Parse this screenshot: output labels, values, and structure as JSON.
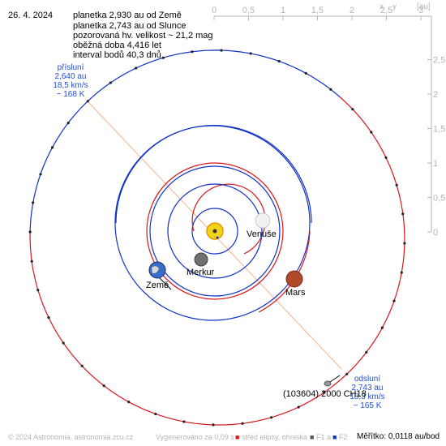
{
  "info": {
    "date": "26. 4. 2024",
    "lines": [
      "planetka 2,930 au od Země",
      "planetka 2,743 au od Slunce",
      "pozorovaná hv. velikost ~ 21,2 mag",
      "oběžná doba 4,416 let",
      "interval bodů 40,3 dnů"
    ]
  },
  "axes": {
    "x_letter": "x",
    "y_letter": "y",
    "unit": "[au]",
    "x_ticks": [
      "0",
      "0,5",
      "1",
      "1,5",
      "2",
      "2,5",
      "3"
    ],
    "y_ticks": [
      "2,5",
      "2",
      "1,5",
      "1",
      "0,5",
      "0"
    ]
  },
  "perihelion": {
    "title": "přísluní",
    "distance": "2,640 au",
    "speed": "18,5 km/s",
    "temp": "~ 168 K"
  },
  "aphelion": {
    "title": "odsluní",
    "distance": "2,743 au",
    "speed": "18,3 km/s",
    "temp": "~ 165 K"
  },
  "bodies": {
    "venus": "Venuše",
    "earth": "Země",
    "mercury": "Merkur",
    "mars": "Mars",
    "asteroid": "(103604) 2000 CH18"
  },
  "footer": {
    "copyright": "© 2024 Astronomia, astronomia.zcu.cz",
    "generated": "Vygenerováno za 0,09 s",
    "legend_center": "střed elipsy, ohniska",
    "legend_f1": "F1 a",
    "legend_f2": "F2",
    "scale": "Měřítko: 0,0118 au/bod"
  },
  "colors": {
    "orbit_red": "#d8161c",
    "orbit_blue": "#1030c8",
    "label_blue": "#1f4fd8",
    "axis_gray": "#b5b5b5",
    "apsis_line": "#f4b48a"
  }
}
